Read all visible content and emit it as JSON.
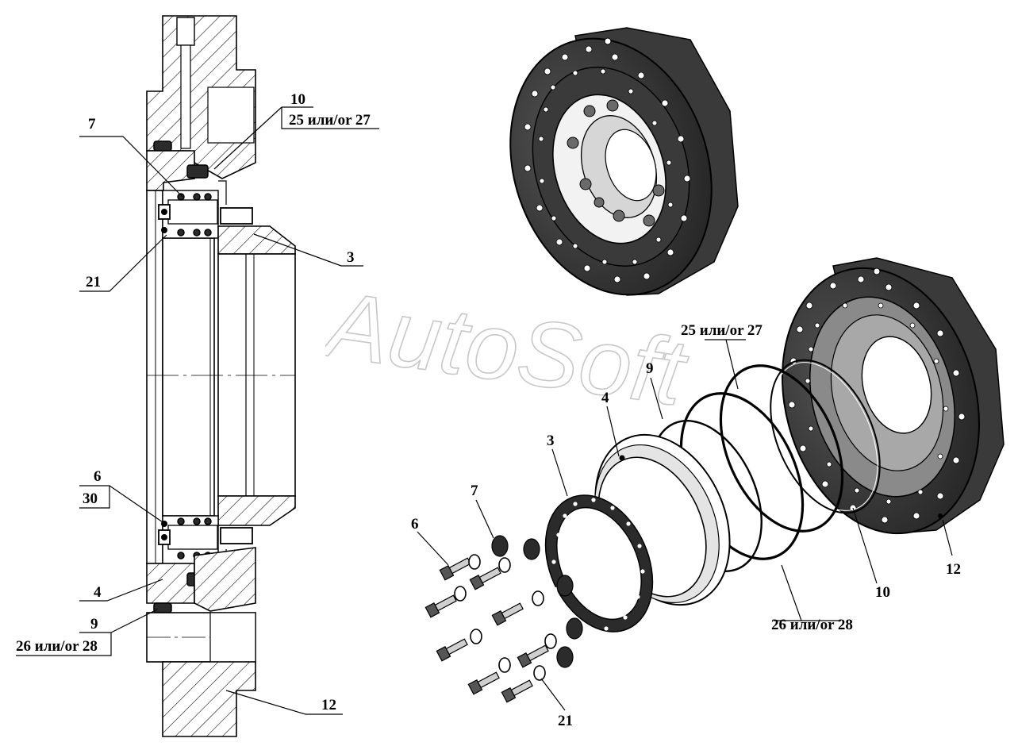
{
  "labels": {
    "section_7": "7",
    "section_10": "10",
    "section_25_27": "25 или/or 27",
    "section_3": "3",
    "section_21": "21",
    "section_6": "6",
    "section_30": "30",
    "section_4": "4",
    "section_9": "9",
    "section_26_28": "26 или/or 28",
    "section_12": "12",
    "exploded_25_27": "25 или/or 27",
    "exploded_9": "9",
    "exploded_4": "4",
    "exploded_3": "3",
    "exploded_7": "7",
    "exploded_6": "6",
    "exploded_21": "21",
    "exploded_26_28": "26 или/or 28",
    "exploded_10": "10",
    "exploded_12": "12"
  },
  "watermark": "AutoSoft"
}
